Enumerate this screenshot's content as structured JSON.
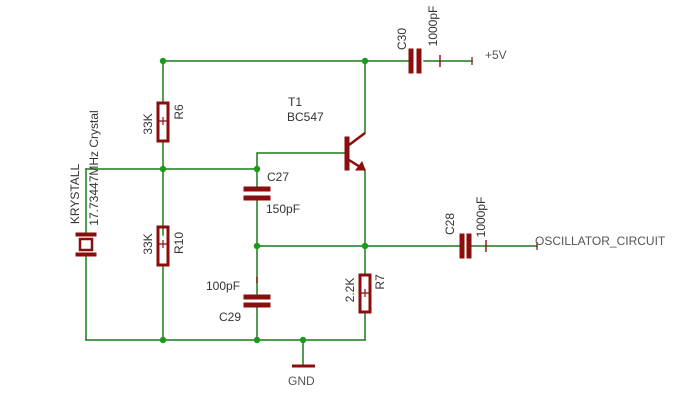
{
  "parts": {
    "r6": {
      "name": "R6",
      "value": "33K"
    },
    "r10": {
      "name": "R10",
      "value": "33K"
    },
    "r7": {
      "name": "R7",
      "value": "2.2K"
    },
    "c27": {
      "name": "C27",
      "value": "150pF"
    },
    "c29": {
      "name": "C29",
      "value": "100pF"
    },
    "c28": {
      "name": "C28",
      "value": "1000pF"
    },
    "c30": {
      "name": "C30",
      "value": "1000pF"
    },
    "t1": {
      "name": "T1",
      "value": "BC547"
    },
    "crystal": {
      "name": "KRYSTALL",
      "value": "17.73447MHz Crystal"
    }
  },
  "nets": {
    "vcc": "+5V",
    "gnd": "GND",
    "out": "OSCILLATOR_CIRCUIT"
  },
  "colors": {
    "wire": "#1a7a1a",
    "junction": "#1a9a1a",
    "component": "#8b0d0d",
    "label": "#333333"
  }
}
